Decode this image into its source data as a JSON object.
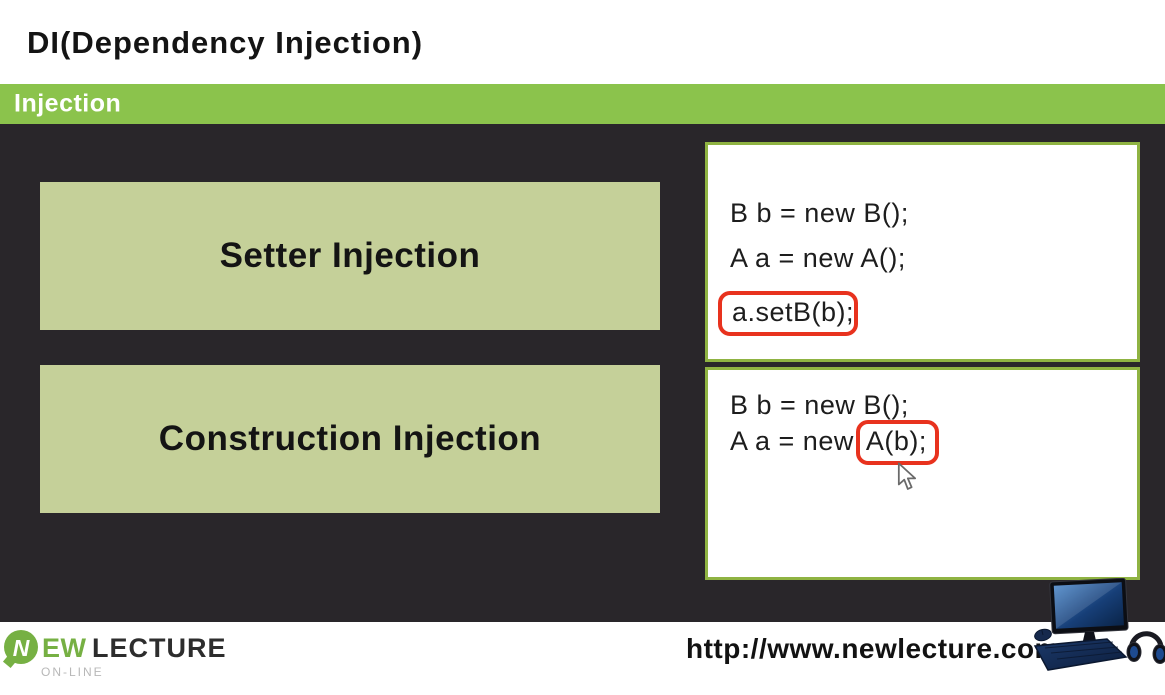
{
  "title": "DI(Dependency Injection)",
  "section_bar": {
    "label": "Injection"
  },
  "method_boxes": [
    {
      "label": "Setter Injection"
    },
    {
      "label": "Construction Injection"
    }
  ],
  "code_panels": [
    {
      "lines": [
        "B b = new B();",
        "A a = new A();"
      ],
      "highlight_line": {
        "boxed": "a.setB(b)",
        "after": ";"
      }
    },
    {
      "lines": [
        "B b = new B();"
      ],
      "highlight_line": {
        "before": "A a = new",
        "boxed": "A(b);",
        "after": ""
      }
    }
  ],
  "footer": {
    "logo": {
      "icon": "n-bubble-icon",
      "initial": "N",
      "name_green": "EW",
      "name_dark": "LECTURE",
      "tagline": "ON-LINE"
    },
    "url": "http://www.newlecture.com"
  },
  "icons": {
    "cursor": "mouse-pointer-icon",
    "computer": "computer-graphic-icon"
  },
  "colors": {
    "accent_green": "#8bc34c",
    "panel_border_green": "#8fb342",
    "box_olive": "#c5d099",
    "background_dark": "#29262a",
    "highlight_red": "#e8321e",
    "logo_green": "#76b043"
  }
}
